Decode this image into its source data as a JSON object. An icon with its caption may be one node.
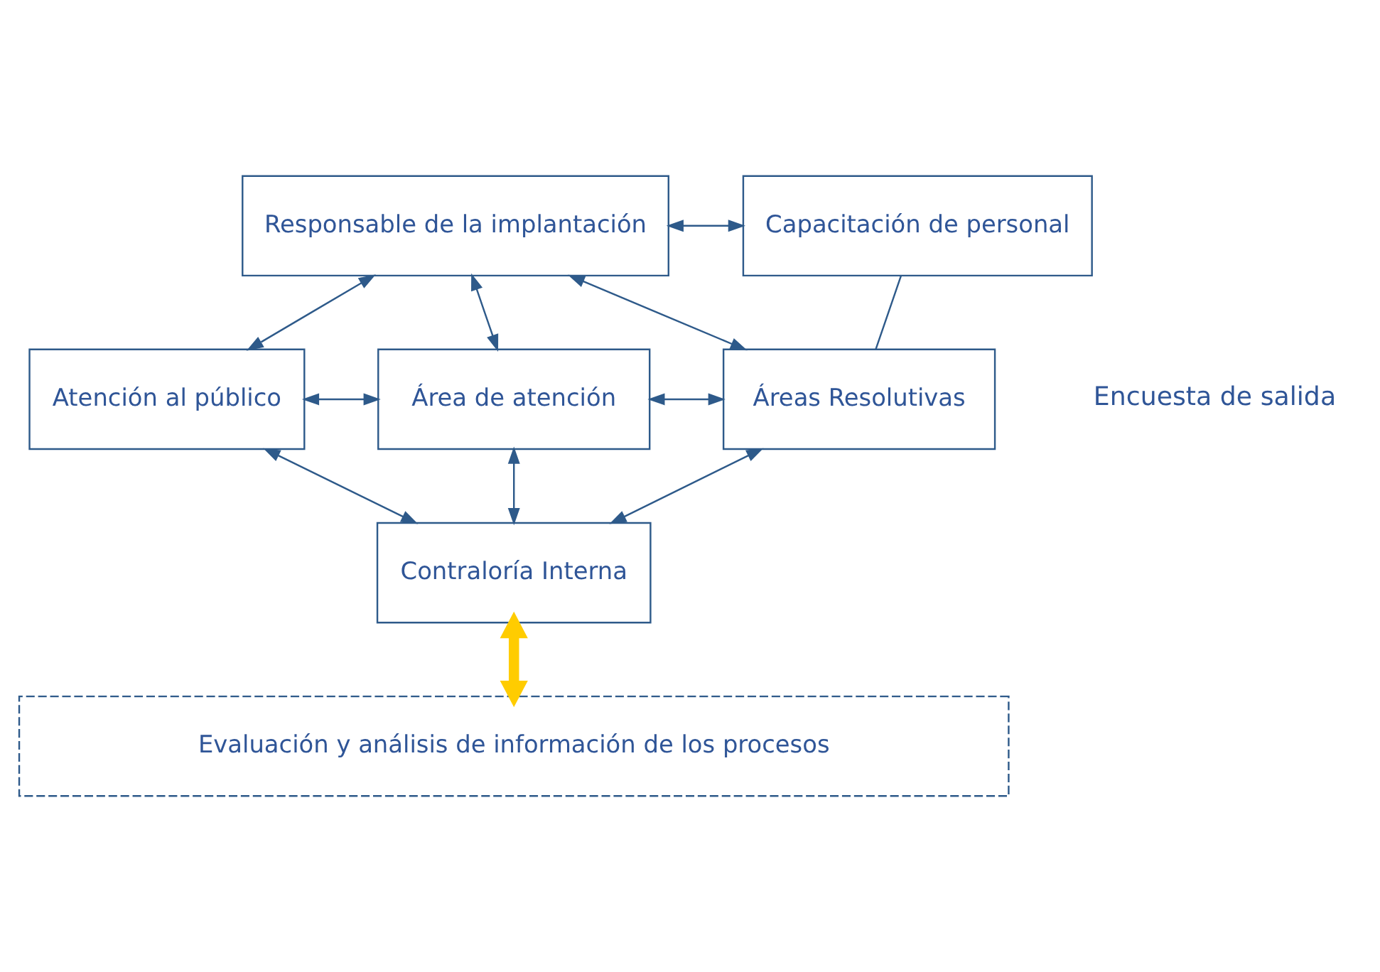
{
  "diagram": {
    "nodes": [
      {
        "text": [
          "Responsable de la implantación"
        ]
      },
      {
        "text": [
          "Capacitación de personal"
        ]
      },
      {
        "text": [
          "Atención al público"
        ]
      },
      {
        "text": [
          "Área de atención"
        ]
      },
      {
        "text": [
          "Áreas Resolutivas"
        ]
      },
      {
        "text": [
          "Contraloría Interna"
        ]
      },
      {
        "text": [
          "Evaluación y análisis de información de los procesos"
        ]
      }
    ],
    "edges": [
      {
        "from": 0,
        "to": 1,
        "arrow": "both"
      },
      {
        "from": 0,
        "to": 4,
        "arrow": "both"
      },
      {
        "from": 1,
        "to": 4,
        "arrow": "none"
      },
      {
        "from": 2,
        "to": 0,
        "arrow": "both"
      },
      {
        "from": 0,
        "to": 3,
        "arrow": "both"
      },
      {
        "from": 2,
        "to": 3,
        "arrow": "both"
      },
      {
        "from": 3,
        "to": 4,
        "arrow": "both"
      },
      {
        "from": 2,
        "to": 5,
        "arrow": "both"
      },
      {
        "from": 3,
        "to": 5,
        "arrow": "both"
      },
      {
        "from": 5,
        "to": 4,
        "arrow": "both"
      },
      {
        "from": 5,
        "to": 6,
        "arrow": "both",
        "style": "thick",
        "color": "#ffcc00"
      }
    ],
    "labels": [
      "Encuesta de salida"
    ]
  }
}
